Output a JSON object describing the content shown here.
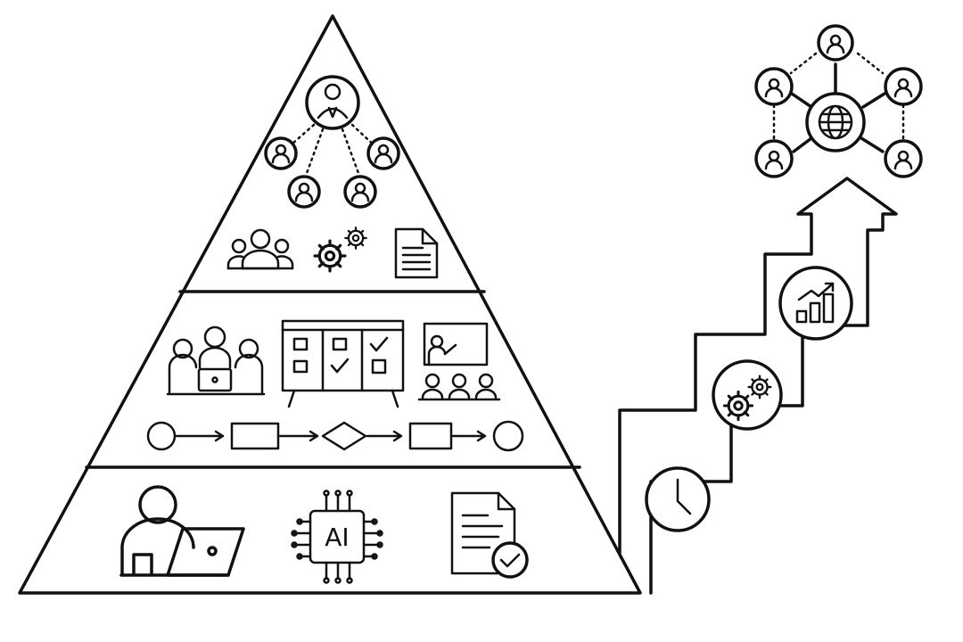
{
  "diagram": {
    "pyramid_tiers": [
      {
        "id": "top",
        "icons": [
          "org-hierarchy-icon",
          "team-icon",
          "gears-icon",
          "document-icon"
        ]
      },
      {
        "id": "middle",
        "icons": [
          "meeting-icon",
          "task-board-icon",
          "presentation-icon",
          "process-flow-icon"
        ]
      },
      {
        "id": "bottom",
        "icons": [
          "person-laptop-icon",
          "ai-chip-icon",
          "approved-document-icon"
        ]
      }
    ],
    "ai_chip_label": "AI",
    "staircase_steps": [
      "clock-icon",
      "gears-icon",
      "growth-chart-icon"
    ],
    "network_icon": "global-network-icon",
    "stroke_color": "#111111",
    "background_color": "#ffffff"
  }
}
